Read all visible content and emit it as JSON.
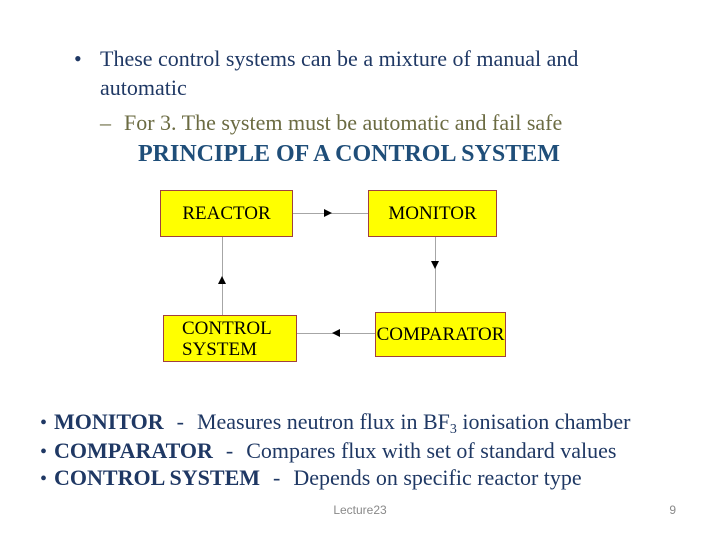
{
  "slide": {
    "bullets_top": {
      "marker": "•",
      "item1_line1": "These control systems can be a mixture of manual and",
      "item1_line2": "automatic",
      "sub_marker": "–",
      "sub_item": "For 3. The system must be automatic and fail safe"
    },
    "heading": "PRINCIPLE OF A CONTROL SYSTEM",
    "diagram": {
      "nodes": {
        "reactor": "REACTOR",
        "monitor": "MONITOR",
        "control_line1": "CONTROL",
        "control_line2": "SYSTEM",
        "comparator": "COMPARATOR"
      },
      "colors": {
        "box_fill": "#FFFF00",
        "box_border": "#A04040",
        "connector_line": "#A6A6A6",
        "arrowhead": "#000000"
      }
    },
    "bullets_bottom": {
      "marker": "•",
      "items": [
        {
          "term": "MONITOR",
          "sep": "-",
          "desc": "Measures neutron flux in BF",
          "desc_sub": "3",
          "desc_tail": " ionisation chamber"
        },
        {
          "term": "COMPARATOR",
          "sep": "-",
          "desc": "Compares flux with set of standard values",
          "desc_sub": "",
          "desc_tail": ""
        },
        {
          "term": "CONTROL SYSTEM",
          "sep": "-",
          "desc": "Depends on specific reactor type",
          "desc_sub": "",
          "desc_tail": ""
        }
      ]
    },
    "footer": {
      "lecture": "Lecture23",
      "page": "9"
    },
    "colors": {
      "body_text": "#1F3864",
      "sub_bullet_text": "#6B6B42",
      "heading_text": "#1F4E79",
      "footer_text": "#898989",
      "background": "#FFFFFF"
    }
  }
}
